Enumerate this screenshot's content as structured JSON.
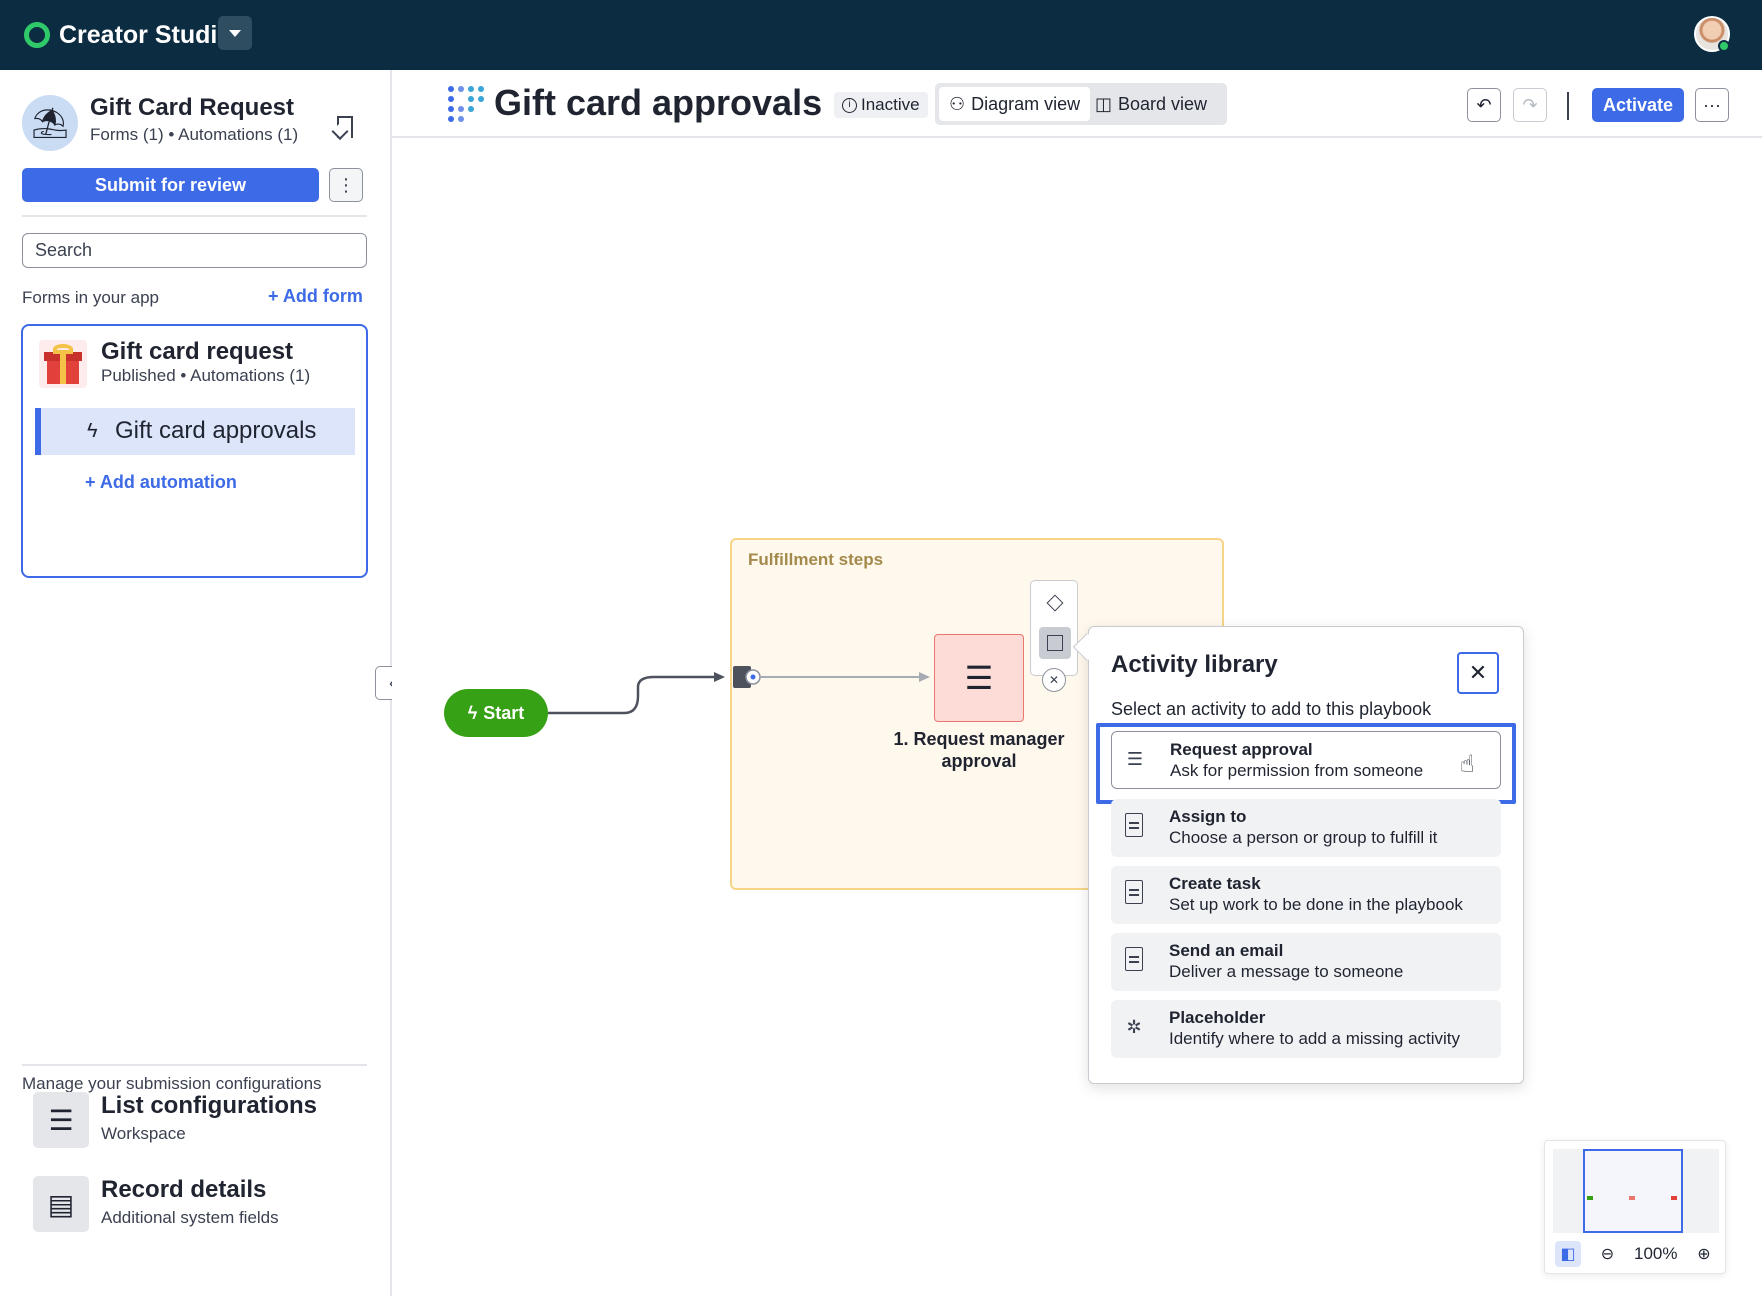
{
  "app": {
    "brand_name": "Creator Studio",
    "icons": {
      "brand": "brand-logo-icon",
      "caret": "chevron-down-icon",
      "avatar": "user-avatar"
    }
  },
  "sidebar": {
    "app_title": "Gift Card Request",
    "app_subtitle": "Forms (1) • Automations (1)",
    "submit_label": "Submit for review",
    "search_placeholder": "Search",
    "forms_heading": "Forms in your app",
    "add_form_label": "+ Add form",
    "form": {
      "title": "Gift card request",
      "subtitle": "Published • Automations (1)",
      "automation_label": "Gift card approvals",
      "add_automation_label": "+ Add automation"
    },
    "config_heading": "Manage your submission configurations",
    "configs": [
      {
        "title": "List configurations",
        "subtitle": "Workspace",
        "icon": "list-icon"
      },
      {
        "title": "Record details",
        "subtitle": "Additional system fields",
        "icon": "record-details-icon"
      }
    ]
  },
  "header": {
    "title": "Gift card approvals",
    "status": "Inactive",
    "views": [
      {
        "label": "Diagram view",
        "active": true,
        "icon": "diagram-icon"
      },
      {
        "label": "Board view",
        "active": false,
        "icon": "board-icon"
      }
    ],
    "activate_label": "Activate",
    "more_label": "···"
  },
  "canvas": {
    "group_label": "Fulfillment steps",
    "start_label": "Start",
    "activity_label": "1. Request manager approval"
  },
  "library": {
    "title": "Activity library",
    "subtitle": "Select an activity to add to this playbook",
    "items": [
      {
        "title": "Request approval",
        "desc": "Ask for permission from someone",
        "icon": "list-icon",
        "selected": true
      },
      {
        "title": "Assign to",
        "desc": "Choose a person or group to fulfill it",
        "icon": "document-icon"
      },
      {
        "title": "Create task",
        "desc": "Set up work to be done in the playbook",
        "icon": "document-icon"
      },
      {
        "title": "Send an email",
        "desc": "Deliver a message to someone",
        "icon": "document-icon"
      },
      {
        "title": "Placeholder",
        "desc": "Identify where to add a missing activity",
        "icon": "puzzle-icon"
      }
    ]
  },
  "minimap": {
    "zoom": "100%"
  },
  "colors": {
    "topbar": "#0c2c41",
    "accent": "#3d6ae6",
    "start_node": "#36a114",
    "activity_node": "#fddcd8",
    "group_bg": "#fff8ec",
    "group_border": "#f6d488"
  }
}
